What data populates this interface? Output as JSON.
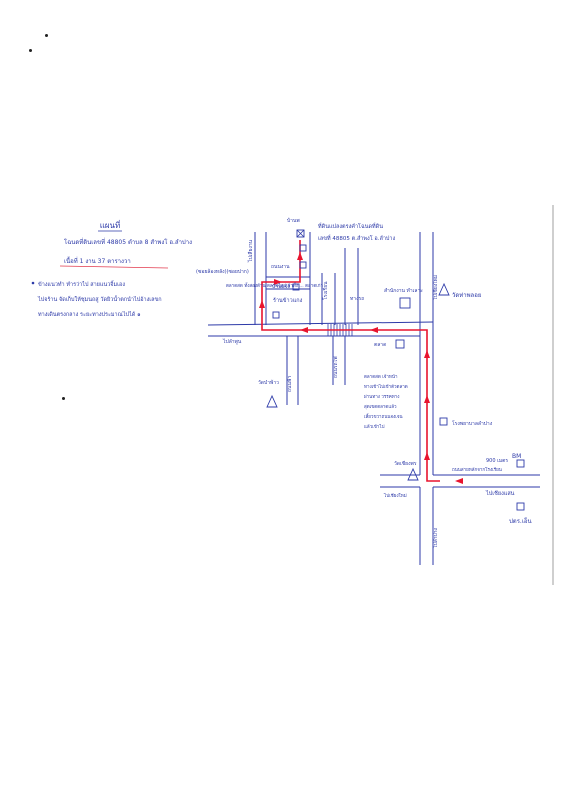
{
  "map": {
    "heading": "แผนที่",
    "deed_line": "โฉนดที่ดินเลขที่ 48805 ตำบล 8 สำพงโ อ.ลำปาง",
    "area_line": "เนื้อที่ 1 งาน 37 ตารางวา",
    "note": {
      "line1": "ข้างแนวทำ ทำรว่าไป สายแนวจิ้มเอง",
      "line2": "ไปจร้าน จัดเก็บให้ชุมนถสู วัดยิวน้ำตกนำไปอ้างเลขก",
      "line3": "ทางเดินตรงกลาง ระยะทางประมาณไปได้ ๑"
    },
    "labels": {
      "plot_title": "ที่ดินแปลงตรงคำโฉนดที่ดิน",
      "plot_deed": "เลขที่ 48805 ต.สำพงโ อ.ลำปาง",
      "house_top": "บ้านพ",
      "road_to_top": "ไปเสียงาน",
      "road_top_mid": "ถนนงาน",
      "connect_road": "(ซอยล้องหลัง)(ซอยปาก)",
      "market_block": "ตลาดสด ทั้งสองด้าน ตลาดใหม่ ผ้าตั้ง ... ตลาดเก่า",
      "house_shop": "บ้านแจ้ง",
      "shop_name": "ร้านข้าวแกง",
      "school_name": "โรงเรียน",
      "rest_office": "ทางรถ",
      "office": "สำนักงาน ทำเลาะ",
      "go_to_right_top": "ไปลำพูน",
      "temple_right": "วัดท่าพลอย",
      "go_west": "ไปเชียงใหม่",
      "temple_left": "วัดป่าพ้าว",
      "road_left_down": "ถนนฟ้า",
      "road_centre_down": "ถนนรถไฟ",
      "market_mid": "ตลาด",
      "desc_1": "ตลาดสด เจ้าหน้า",
      "desc_2": "ทางเข้าไปเข้าตัวตลาด",
      "desc_3": "ผ่านทาง วรรคทาง",
      "desc_4": "สุดเขตตลาดแล้ว",
      "desc_5": "เลี้ยวขวาถนนจงเจน",
      "desc_6": "แล้วเข้าไป",
      "hospital": "โรงพยาบาลลำปาง",
      "temple_bottom": "วัดเชียงพร",
      "go_bottom_left": "ไปเชียงใหม่",
      "go_down": "ไปลำปาง",
      "bm_distance": "900 เมตร",
      "bm_label": "BM",
      "bm_note": "ถนนสายหลักจากโรงเรียน",
      "go_right_bottom": "ไปเชียงแสน",
      "station": "ปตร.เอ็น"
    }
  }
}
